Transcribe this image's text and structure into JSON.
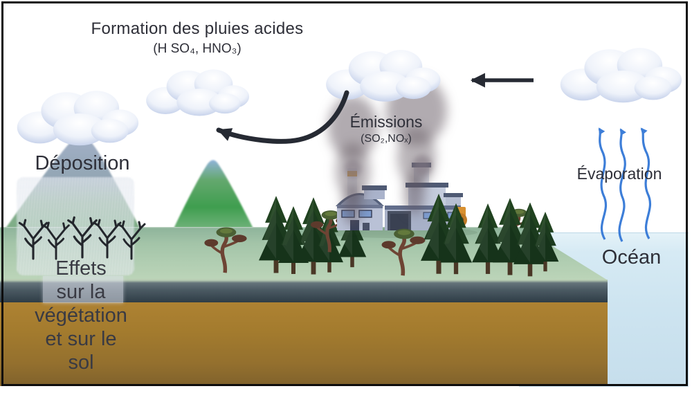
{
  "frame": {
    "background": "#ffffff",
    "border_color": "#0d0d0d"
  },
  "title": {
    "text": "Formation des pluies acides",
    "formula": "(H SO₄, HNO₃)"
  },
  "emissions": {
    "label": "Émissions",
    "formula": "(SO₂,NOₓ)"
  },
  "deposition": {
    "label": "Déposition"
  },
  "effects": {
    "lines": [
      "Effets",
      "sur la",
      "végétation",
      "et sur le",
      "sol"
    ]
  },
  "evaporation": {
    "label": "Évaporation"
  },
  "ocean": {
    "label": "Océan"
  },
  "colors": {
    "text": "#2e2f38",
    "arrow_black": "#262a33",
    "arrow_blue": "#3d7ed8",
    "cloud_shade": "#b9c7e6",
    "smoke": "#64585f",
    "sky": "#ffffff",
    "ocean_water": "#d5e9f4",
    "grass": "#aecbb0",
    "rock_layer": "#46525c",
    "soil": "#a37b2e",
    "mountain_far": "#9aa9c2",
    "mountain_green": "#3f9e4f",
    "factory_body": "#aeb7cd",
    "factory_roof": "#4f5a74",
    "stack_band": "#e2a53b",
    "conifer": "#1c3a20",
    "dead_tree": "#23262c",
    "highlight_box": "#dee2ec"
  }
}
